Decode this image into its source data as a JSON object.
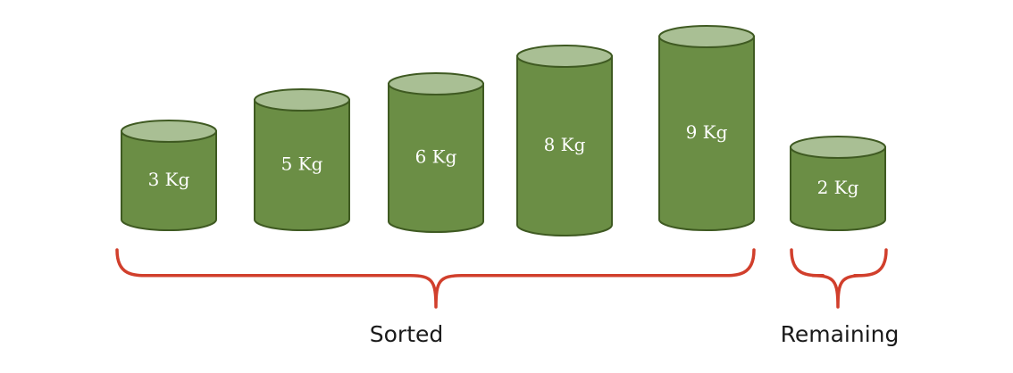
{
  "colors": {
    "cylinder_body": "#6b8e45",
    "cylinder_top": "#a9bf94",
    "cylinder_outline": "#3f5a22",
    "brace": "#d13f2c"
  },
  "weights": [
    {
      "label": "3 Kg",
      "group": "sorted"
    },
    {
      "label": "5 Kg",
      "group": "sorted"
    },
    {
      "label": "6 Kg",
      "group": "sorted"
    },
    {
      "label": "8 Kg",
      "group": "sorted"
    },
    {
      "label": "9 Kg",
      "group": "sorted"
    },
    {
      "label": "2 Kg",
      "group": "remaining"
    }
  ],
  "groups": {
    "sorted": {
      "label": "Sorted"
    },
    "remaining": {
      "label": "Remaining"
    }
  }
}
